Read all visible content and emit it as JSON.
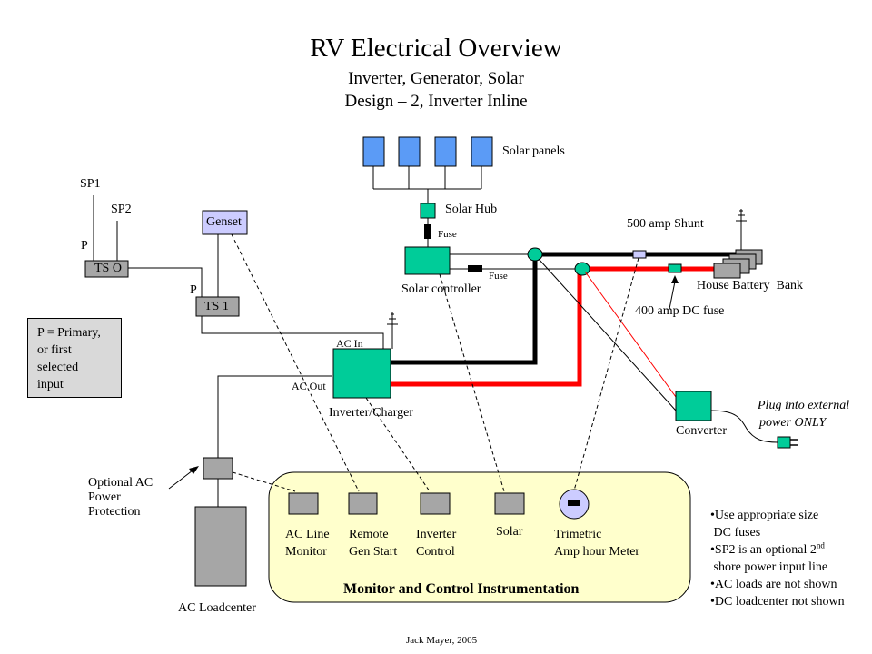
{
  "header": {
    "title": "RV Electrical Overview",
    "subtitle1": "Inverter, Generator, Solar",
    "subtitle2": "Design – 2, Inverter Inline"
  },
  "labels": {
    "solar_panels": "Solar panels",
    "solar_hub": "Solar Hub",
    "fuse_top": "Fuse",
    "fuse_mid": "Fuse",
    "solar_controller": "Solar controller",
    "shunt": "500 amp Shunt",
    "house_battery": "House Battery  Bank",
    "dc_fuse": "400 amp DC fuse",
    "sp1": "SP1",
    "sp2": "SP2",
    "p_top": "P",
    "p_mid": "P",
    "ts0": "TS O",
    "ts1": "TS 1",
    "genset": "Genset",
    "ac_in": "AC In",
    "ac_out": "AC Out",
    "inverter_charger": "Inverter/Charger",
    "converter": "Converter",
    "plug_line1": "Plug into external",
    "plug_line2": "power ONLY",
    "optional_line1": "Optional AC",
    "optional_line2": "Power",
    "optional_line3": "Protection",
    "ac_loadcenter": "AC Loadcenter",
    "footer": "Jack Mayer, 2005"
  },
  "legend": {
    "lines": [
      "P = Primary,",
      "or first",
      "selected",
      "input"
    ]
  },
  "monitor_panel": {
    "title": "Monitor and Control Instrumentation",
    "ac_line_1": "AC Line",
    "ac_line_2": "Monitor",
    "remote_1": "Remote",
    "remote_2": "Gen Start",
    "inverter_1": "Inverter",
    "inverter_2": "Control",
    "solar": "Solar",
    "trimetric_1": "Trimetric",
    "trimetric_2": "Amp hour Meter"
  },
  "notes": {
    "n1a": "•Use appropriate size",
    "n1b": " DC fuses",
    "n2a": "•SP2 is an optional 2",
    "n2sup": "nd",
    "n2b": " shore power input line",
    "n3": "•AC loads are not shown",
    "n4": "•DC loadcenter not shown"
  },
  "colors": {
    "solar_panel": "#5b9bf6",
    "component_green": "#00cc99",
    "ts_gray": "#a6a6a6",
    "genset_fill": "#ccccff",
    "red_wire": "#ff0000",
    "panel_fill": "#ffffcc",
    "legend_fill": "#d9d9d9",
    "meter_blue": "#ccccff"
  }
}
